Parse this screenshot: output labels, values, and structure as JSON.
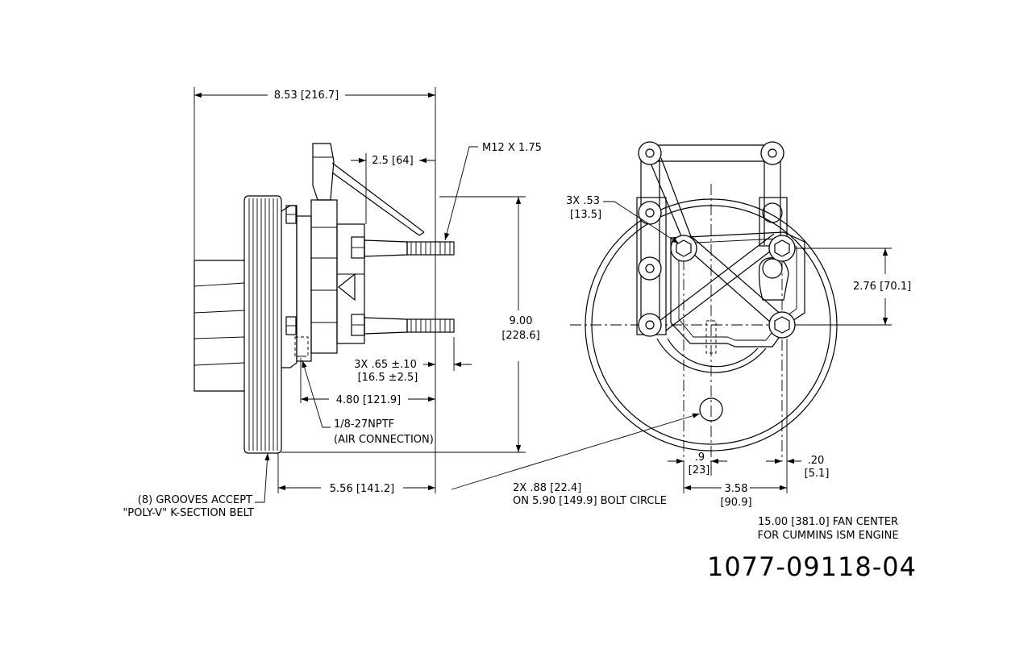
{
  "drawing": {
    "part_number": "1077-09118-04",
    "side_view": {
      "overall_length": "8.53 [216.7]",
      "offset": "2.5 [64]",
      "thread": "M12 X 1.75",
      "height": [
        "9.00",
        "[228.6]"
      ],
      "stud_length": [
        "3X .65 ±.10",
        "[16.5 ±2.5]"
      ],
      "depth_480": "4.80 [121.9]",
      "air_connection": [
        "1/8-27NPTF",
        "(AIR CONNECTION)"
      ],
      "depth_556": "5.56 [141.2]",
      "grooves": [
        "(8) GROOVES ACCEPT",
        "\"POLY-V\" K-SECTION BELT"
      ]
    },
    "front_view": {
      "holes": [
        "3X .53",
        "[13.5]"
      ],
      "vertical_offset": "2.76 [70.1]",
      "offset_09": [
        ".9",
        "[23]"
      ],
      "offset_020": [
        ".20",
        "[5.1]"
      ],
      "span_358": [
        "3.58",
        "[90.9]"
      ],
      "bolt_circle": [
        "2X .88 [22.4]",
        "ON 5.90 [149.9] BOLT CIRCLE"
      ],
      "fan_center": [
        "15.00 [381.0] FAN CENTER",
        "FOR CUMMINS ISM ENGINE"
      ]
    }
  }
}
